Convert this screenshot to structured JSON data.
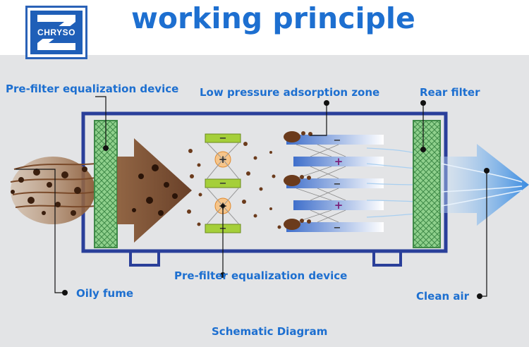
{
  "logo": {
    "text": "CHRYSO"
  },
  "title": "working principle",
  "labels": {
    "prefilter_top": "Pre-filter equalization device",
    "adsorption": "Low pressure adsorption zone",
    "rear_filter": "Rear filter",
    "prefilter_bottom": "Pre-filter equalization device",
    "oily_fume": "Oily fume",
    "clean_air": "Clean air",
    "caption": "Schematic Diagram"
  },
  "symbols": {
    "plus": "+",
    "minus": "−"
  },
  "colors": {
    "accent": "#1d6fd0",
    "frame": "#2a3f9a",
    "filter_green": "#8ccf8a",
    "plate_blue": "#4c7fd4",
    "arrow_blue": "#3b8ee2",
    "fume_brown": "#6b3b1c"
  }
}
